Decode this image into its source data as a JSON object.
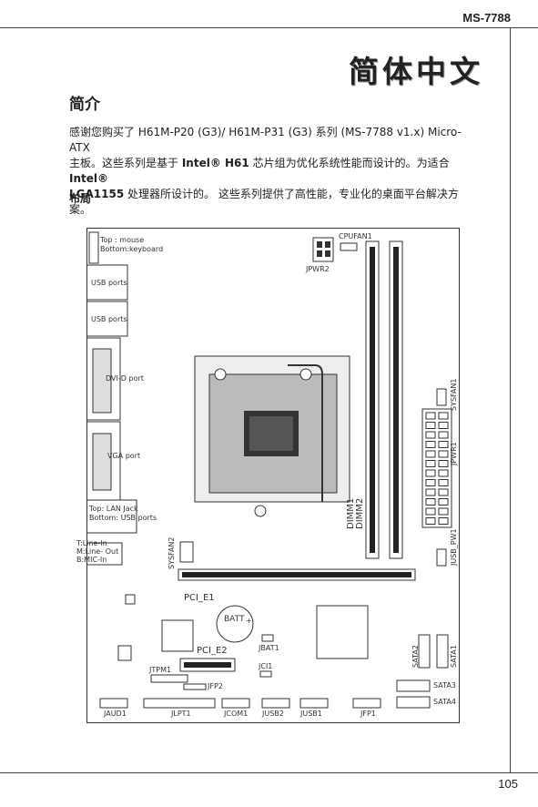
{
  "header": {
    "model": "MS-7788"
  },
  "title": "简体中文",
  "section_title": "简介",
  "intro": {
    "p1": "感谢您购买了 H61M-P20 (G3)/ H61M-P31 (G3) 系列 (MS-7788 v1.x) Micro-ATX",
    "p2a": "主板。这些系列是基于 ",
    "p2b": "Intel® H61",
    "p2c": " 芯片组为优化系统性能而设计的。为适合 ",
    "p2d": "Intel®",
    "p3a": "LGA1155",
    "p3b": " 处理器所设计的。 这些系列提供了高性能，专业化的桌面平台解决方",
    "p4": "案。"
  },
  "layout_title": "布局",
  "board": {
    "io": {
      "ps2": "Top : mouse\nBottom:keyboard",
      "usb1": "USB ports",
      "usb2": "USB ports",
      "dvi": "DVI-D port",
      "vga": "VGA port",
      "lan": "Top: LAN Jack\nBottom: USB ports",
      "audio": "T:Line-In\nM:Line- Out\nB:MIC-In"
    },
    "labels": {
      "cpufan": "CPUFAN1",
      "jpwr2": "JPWR2",
      "sysfan1": "SYSFAN1",
      "jpwr1": "JPWR1",
      "dimm1": "DIMM1",
      "dimm2": "DIMM2",
      "jusb_pw1": "JUSB_PW1",
      "sysfan2": "SYSFAN2",
      "pci_e1": "PCI_E1",
      "batt": "BATT",
      "batt_plus": "+",
      "jbat1": "JBAT1",
      "pci_e2": "PCI_E2",
      "jci1": "JCI1",
      "jtpm1": "JTPM1",
      "jfp2": "JFP2",
      "sata2": "SATA2",
      "sata1": "SATA1",
      "sata3": "SATA3",
      "sata4": "SATA4",
      "jaud1": "JAUD1",
      "jlpt1": "JLPT1",
      "jcom1": "JCOM1",
      "jusb2": "JUSB2",
      "jusb1": "JUSB1",
      "jfp1": "JFP1"
    }
  },
  "page_number": "105"
}
